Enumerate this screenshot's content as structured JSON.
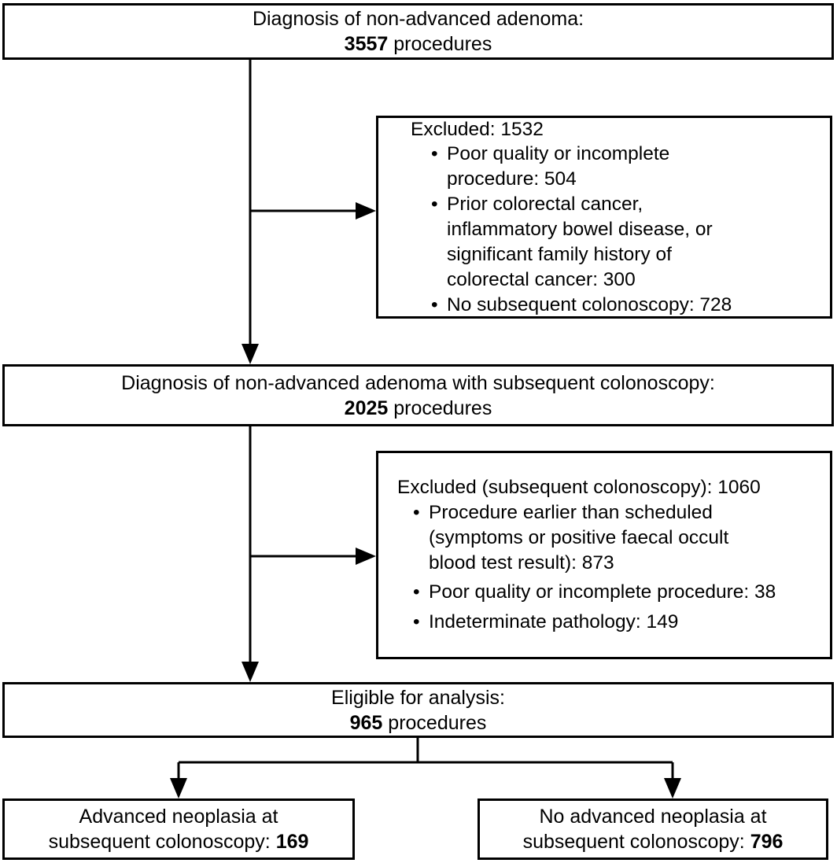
{
  "diagram": {
    "title": "Study flow diagram: non-advanced adenoma surveillance cohort",
    "type": "flowchart",
    "line_color": "#000000",
    "background_color": "#ffffff"
  },
  "nodes": {
    "top": {
      "line1": "Diagnosis of non-advanced adenoma:",
      "count": "3557",
      "unit": " procedures"
    },
    "exclusion_1": {
      "header": "Excluded: 1532",
      "items": [
        "Poor quality or incomplete\nprocedure: 504",
        "Prior colorectal cancer,\ninflammatory bowel disease, or\nsignificant family history of\ncolorectal cancer: 300",
        "No subsequent colonoscopy: 728"
      ],
      "bullet": "•"
    },
    "middle": {
      "line1": "Diagnosis of non-advanced adenoma with subsequent colonoscopy:",
      "count": "2025",
      "unit": " procedures"
    },
    "exclusion_2": {
      "header": "Excluded (subsequent colonoscopy): 1060",
      "items": [
        "Procedure earlier than scheduled\n(symptoms or positive faecal occult\nblood test result): 873",
        "Poor quality or incomplete procedure: 38",
        "Indeterminate pathology: 149"
      ],
      "bullet": "•"
    },
    "eligible": {
      "line1": "Eligible for analysis:",
      "count": "965",
      "unit": " procedures"
    },
    "outcome_left": {
      "line1": "Advanced neoplasia at",
      "line2_prefix": "subsequent colonoscopy: ",
      "count": "169"
    },
    "outcome_right": {
      "line1": "No advanced neoplasia at",
      "line2_prefix": "subsequent colonoscopy: ",
      "count": "796"
    }
  },
  "chart_data": {
    "type": "flowchart",
    "title": "Diagnosis of non-advanced adenoma cohort flow",
    "stages": [
      {
        "label": "Diagnosis of non-advanced adenoma",
        "value": 3557,
        "unit": "procedures"
      },
      {
        "label": "Diagnosis of non-advanced adenoma with subsequent colonoscopy",
        "value": 2025,
        "unit": "procedures"
      },
      {
        "label": "Eligible for analysis",
        "value": 965,
        "unit": "procedures"
      }
    ],
    "exclusions": [
      {
        "label": "Excluded",
        "total": 1532,
        "reasons": [
          {
            "label": "Poor quality or incomplete procedure",
            "value": 504
          },
          {
            "label": "Prior colorectal cancer, inflammatory bowel disease, or significant family history of colorectal cancer",
            "value": 300
          },
          {
            "label": "No subsequent colonoscopy",
            "value": 728
          }
        ]
      },
      {
        "label": "Excluded (subsequent colonoscopy)",
        "total": 1060,
        "reasons": [
          {
            "label": "Procedure earlier than scheduled (symptoms or positive faecal occult blood test result)",
            "value": 873
          },
          {
            "label": "Poor quality or incomplete procedure",
            "value": 38
          },
          {
            "label": "Indeterminate pathology",
            "value": 149
          }
        ]
      }
    ],
    "outcomes": [
      {
        "label": "Advanced neoplasia at subsequent colonoscopy",
        "value": 169
      },
      {
        "label": "No advanced neoplasia at subsequent colonoscopy",
        "value": 796
      }
    ]
  }
}
